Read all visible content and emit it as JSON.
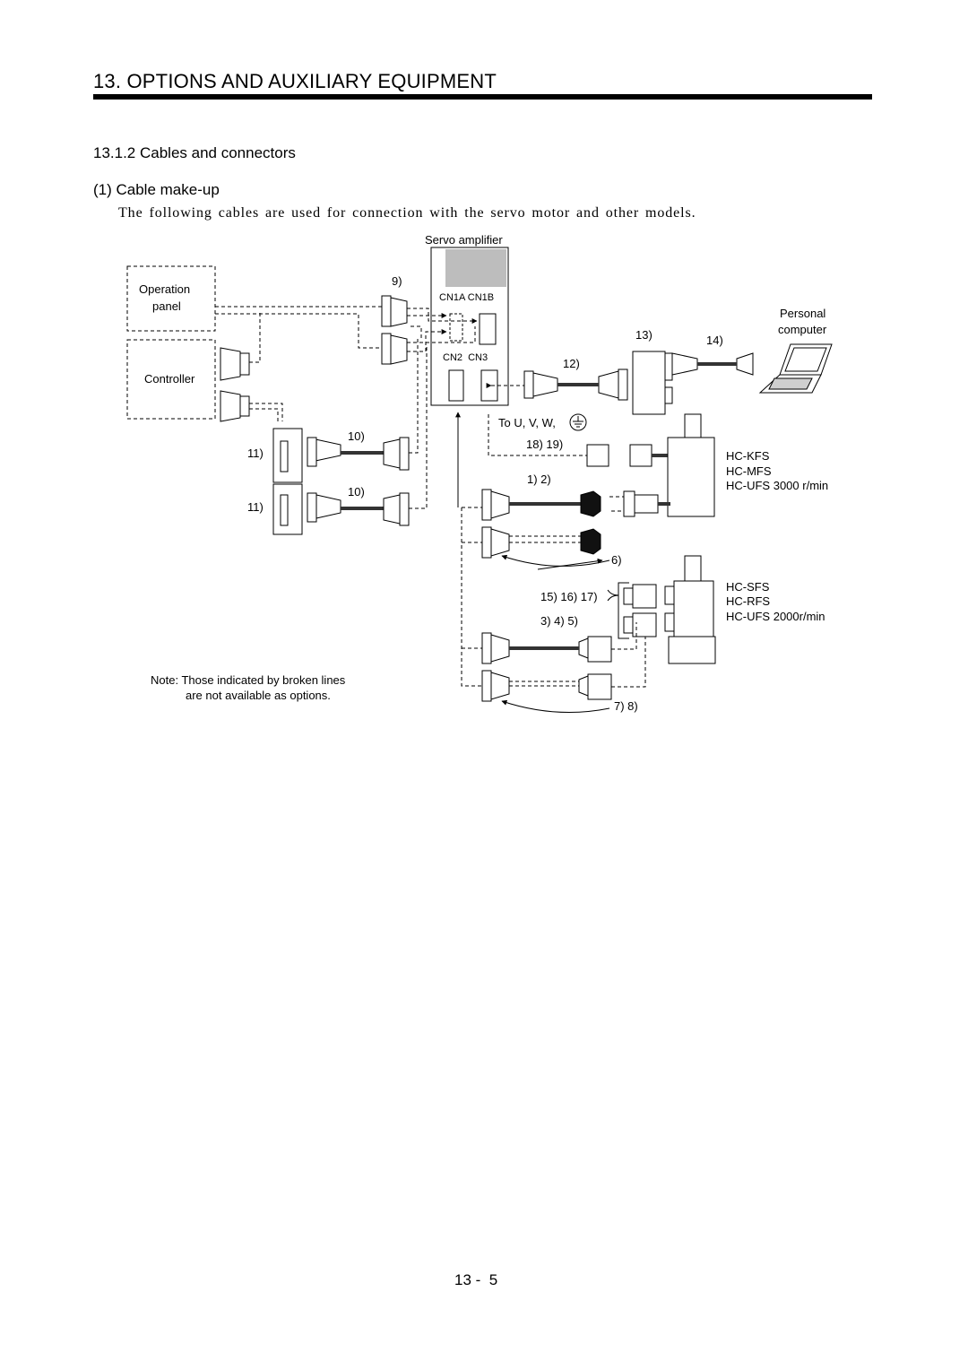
{
  "header": {
    "chapter_title": "13. OPTIONS AND AUXILIARY EQUIPMENT"
  },
  "section": {
    "heading": "13.1.2 Cables and connectors",
    "subheading": "(1) Cable make-up",
    "intro": "The following cables are used for connection with the servo motor and other models."
  },
  "diagram": {
    "servo_amplifier": "Servo amplifier",
    "cn1a_cn1b": "CN1A CN1B",
    "cn2_cn3": "CN2  CN3",
    "operation_panel": [
      "Operation",
      "panel"
    ],
    "controller": "Controller",
    "personal_computer": [
      "Personal",
      "computer"
    ],
    "to_uvw": "To U, V, W,",
    "motor_group_1": [
      "HC-KFS",
      "HC-MFS",
      "HC-UFS 3000 r/min"
    ],
    "motor_group_2": [
      "HC-SFS",
      "HC-RFS",
      "HC-UFS 2000r/min"
    ],
    "note": [
      "Note: Those indicated by broken lines",
      "are not available as options."
    ],
    "cable_labels": {
      "c9": "9)",
      "c10a": "10)",
      "c10b": "10)",
      "c11a": "11)",
      "c11b": "11)",
      "c12": "12)",
      "c13": "13)",
      "c14": "14)",
      "c18_19": "18) 19)",
      "c1_2": "1) 2)",
      "c6": "6)",
      "c15_17": "15) 16) 17)",
      "c3_5": "3) 4) 5)",
      "c7_8": "7) 8)"
    }
  },
  "footer": {
    "page_number": "13 -  5"
  }
}
